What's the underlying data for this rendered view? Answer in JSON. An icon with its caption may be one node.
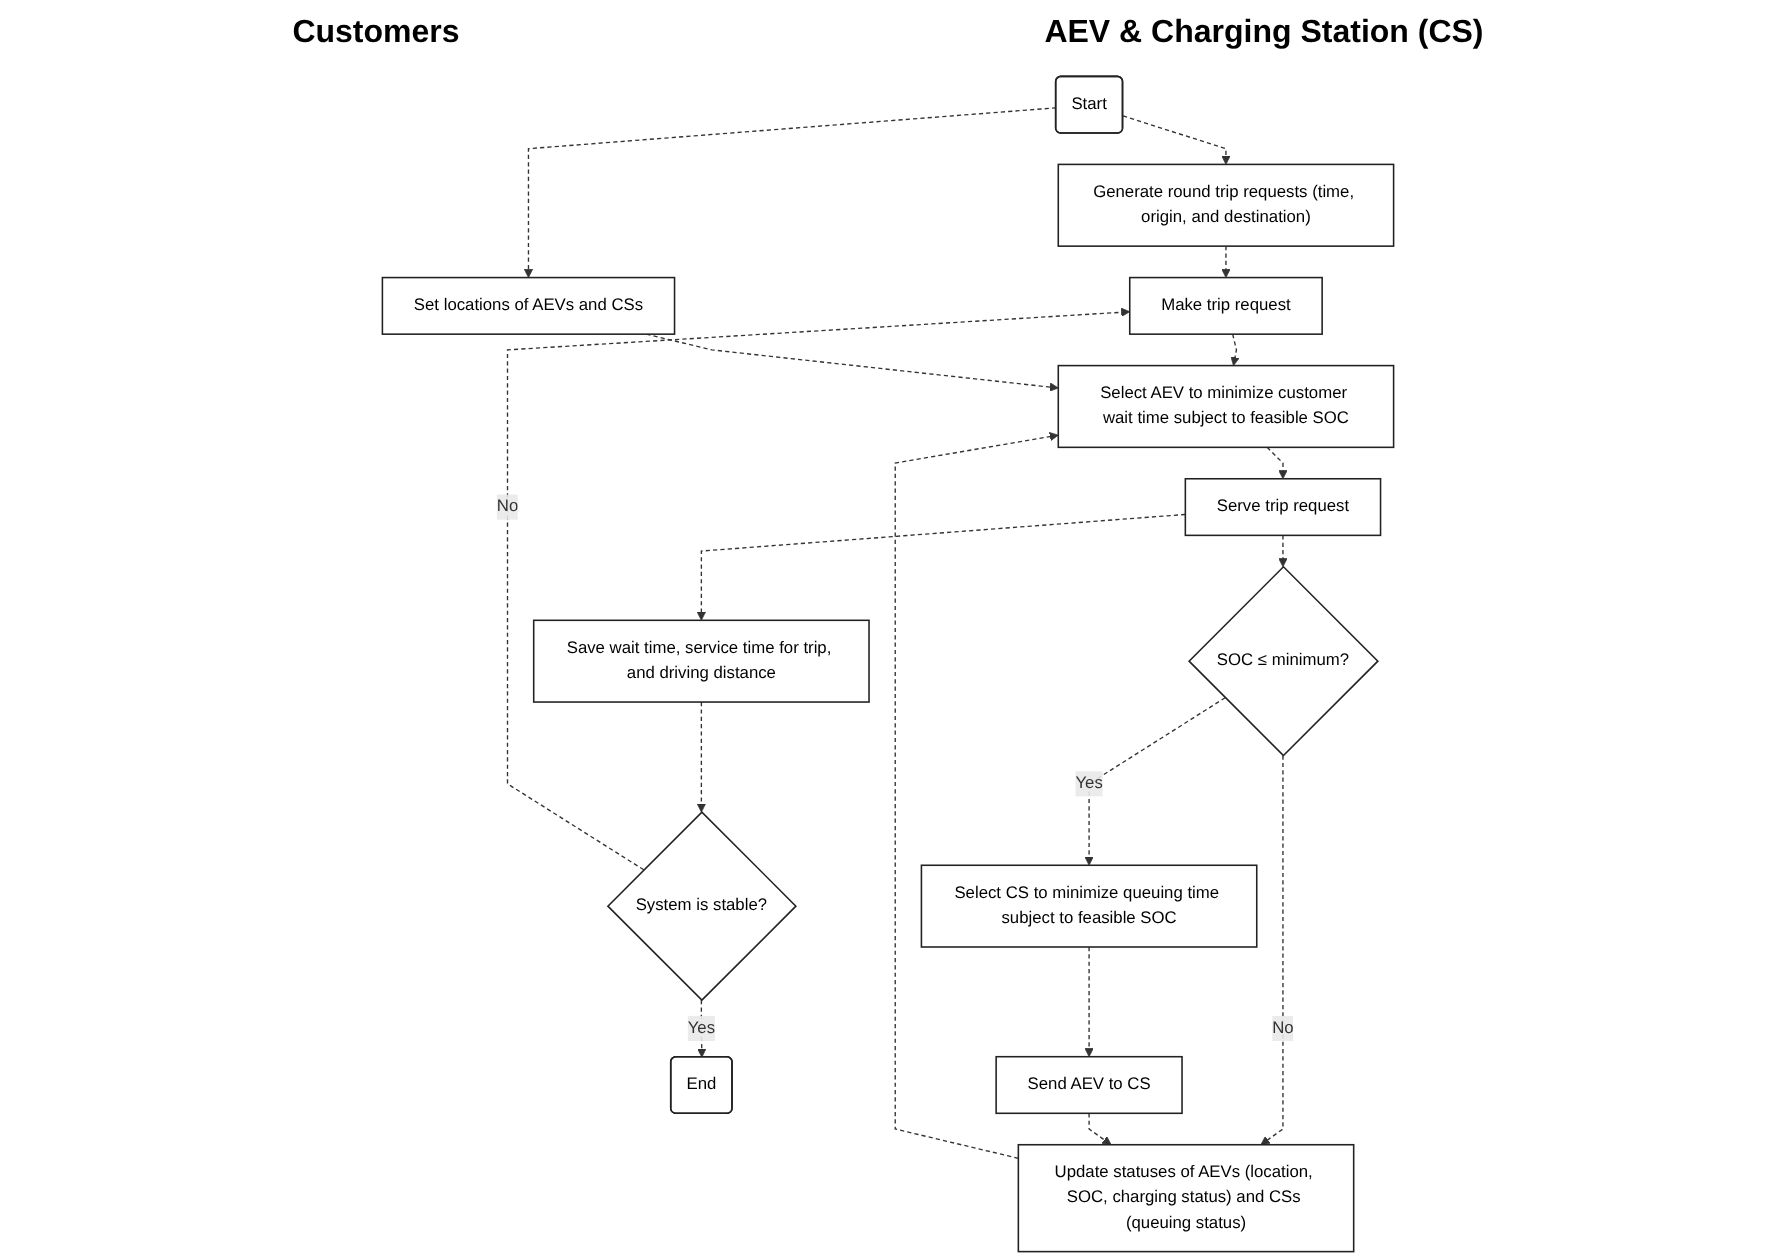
{
  "diagram": {
    "nodes": [
      {
        "text": [
          "Start"
        ]
      },
      {
        "text": [
          "Generate round trip requests (time, origin, and destination)"
        ]
      },
      {
        "text": [
          "Make trip request"
        ]
      },
      {
        "text": [
          "Save wait time, service time for trip, and driving distance"
        ]
      },
      {
        "text": [
          "System is stable?"
        ]
      },
      {
        "text": [
          "End"
        ]
      },
      {
        "text": [
          "Set locations of AEVs and CSs"
        ]
      },
      {
        "text": [
          "Select AEV to minimize customer wait time subject to feasible SOC"
        ]
      },
      {
        "text": [
          "Serve trip request"
        ]
      },
      {
        "text": [
          "SOC ≤ minimum?"
        ]
      },
      {
        "text": [
          "Select CS to minimize queuing time subject to feasible SOC"
        ]
      },
      {
        "text": [
          "Send AEV to CS"
        ]
      },
      {
        "text": [
          "Update statuses of AEVs (location, SOC, charging status) and CSs (queuing status)"
        ]
      }
    ],
    "edges": [
      {
        "from": 0,
        "to": 1,
        "arrow": "to",
        "style": "dashed"
      },
      {
        "from": 0,
        "to": 6,
        "arrow": "to",
        "style": "dashed"
      },
      {
        "from": 1,
        "to": 2,
        "arrow": "to",
        "style": "dashed"
      },
      {
        "from": 2,
        "to": 7,
        "arrow": "to",
        "style": "dashed"
      },
      {
        "from": 6,
        "to": 7,
        "arrow": "to",
        "style": "dashed"
      },
      {
        "from": 7,
        "to": 8,
        "arrow": "to",
        "style": "dashed"
      },
      {
        "from": 8,
        "to": 3,
        "arrow": "to",
        "style": "dashed"
      },
      {
        "from": 3,
        "to": 4,
        "arrow": "to",
        "style": "dashed"
      },
      {
        "from": 4,
        "to": 2,
        "arrow": "to",
        "style": "dashed",
        "label": "No"
      },
      {
        "from": 4,
        "to": 5,
        "arrow": "to",
        "style": "dashed",
        "label": "Yes"
      },
      {
        "from": 8,
        "to": 9,
        "arrow": "to",
        "style": "dashed"
      },
      {
        "from": 9,
        "to": 10,
        "arrow": "to",
        "style": "dashed",
        "label": "Yes"
      },
      {
        "from": 9,
        "to": 12,
        "arrow": "to",
        "style": "dashed",
        "label": "No"
      },
      {
        "from": 10,
        "to": 11,
        "arrow": "to",
        "style": "dashed"
      },
      {
        "from": 11,
        "to": 12,
        "arrow": "to",
        "style": "dashed"
      },
      {
        "from": 12,
        "to": 7,
        "arrow": "to",
        "style": "dashed"
      }
    ],
    "labels": [
      "Customers",
      "AEV & Charging Station (CS)"
    ]
  }
}
